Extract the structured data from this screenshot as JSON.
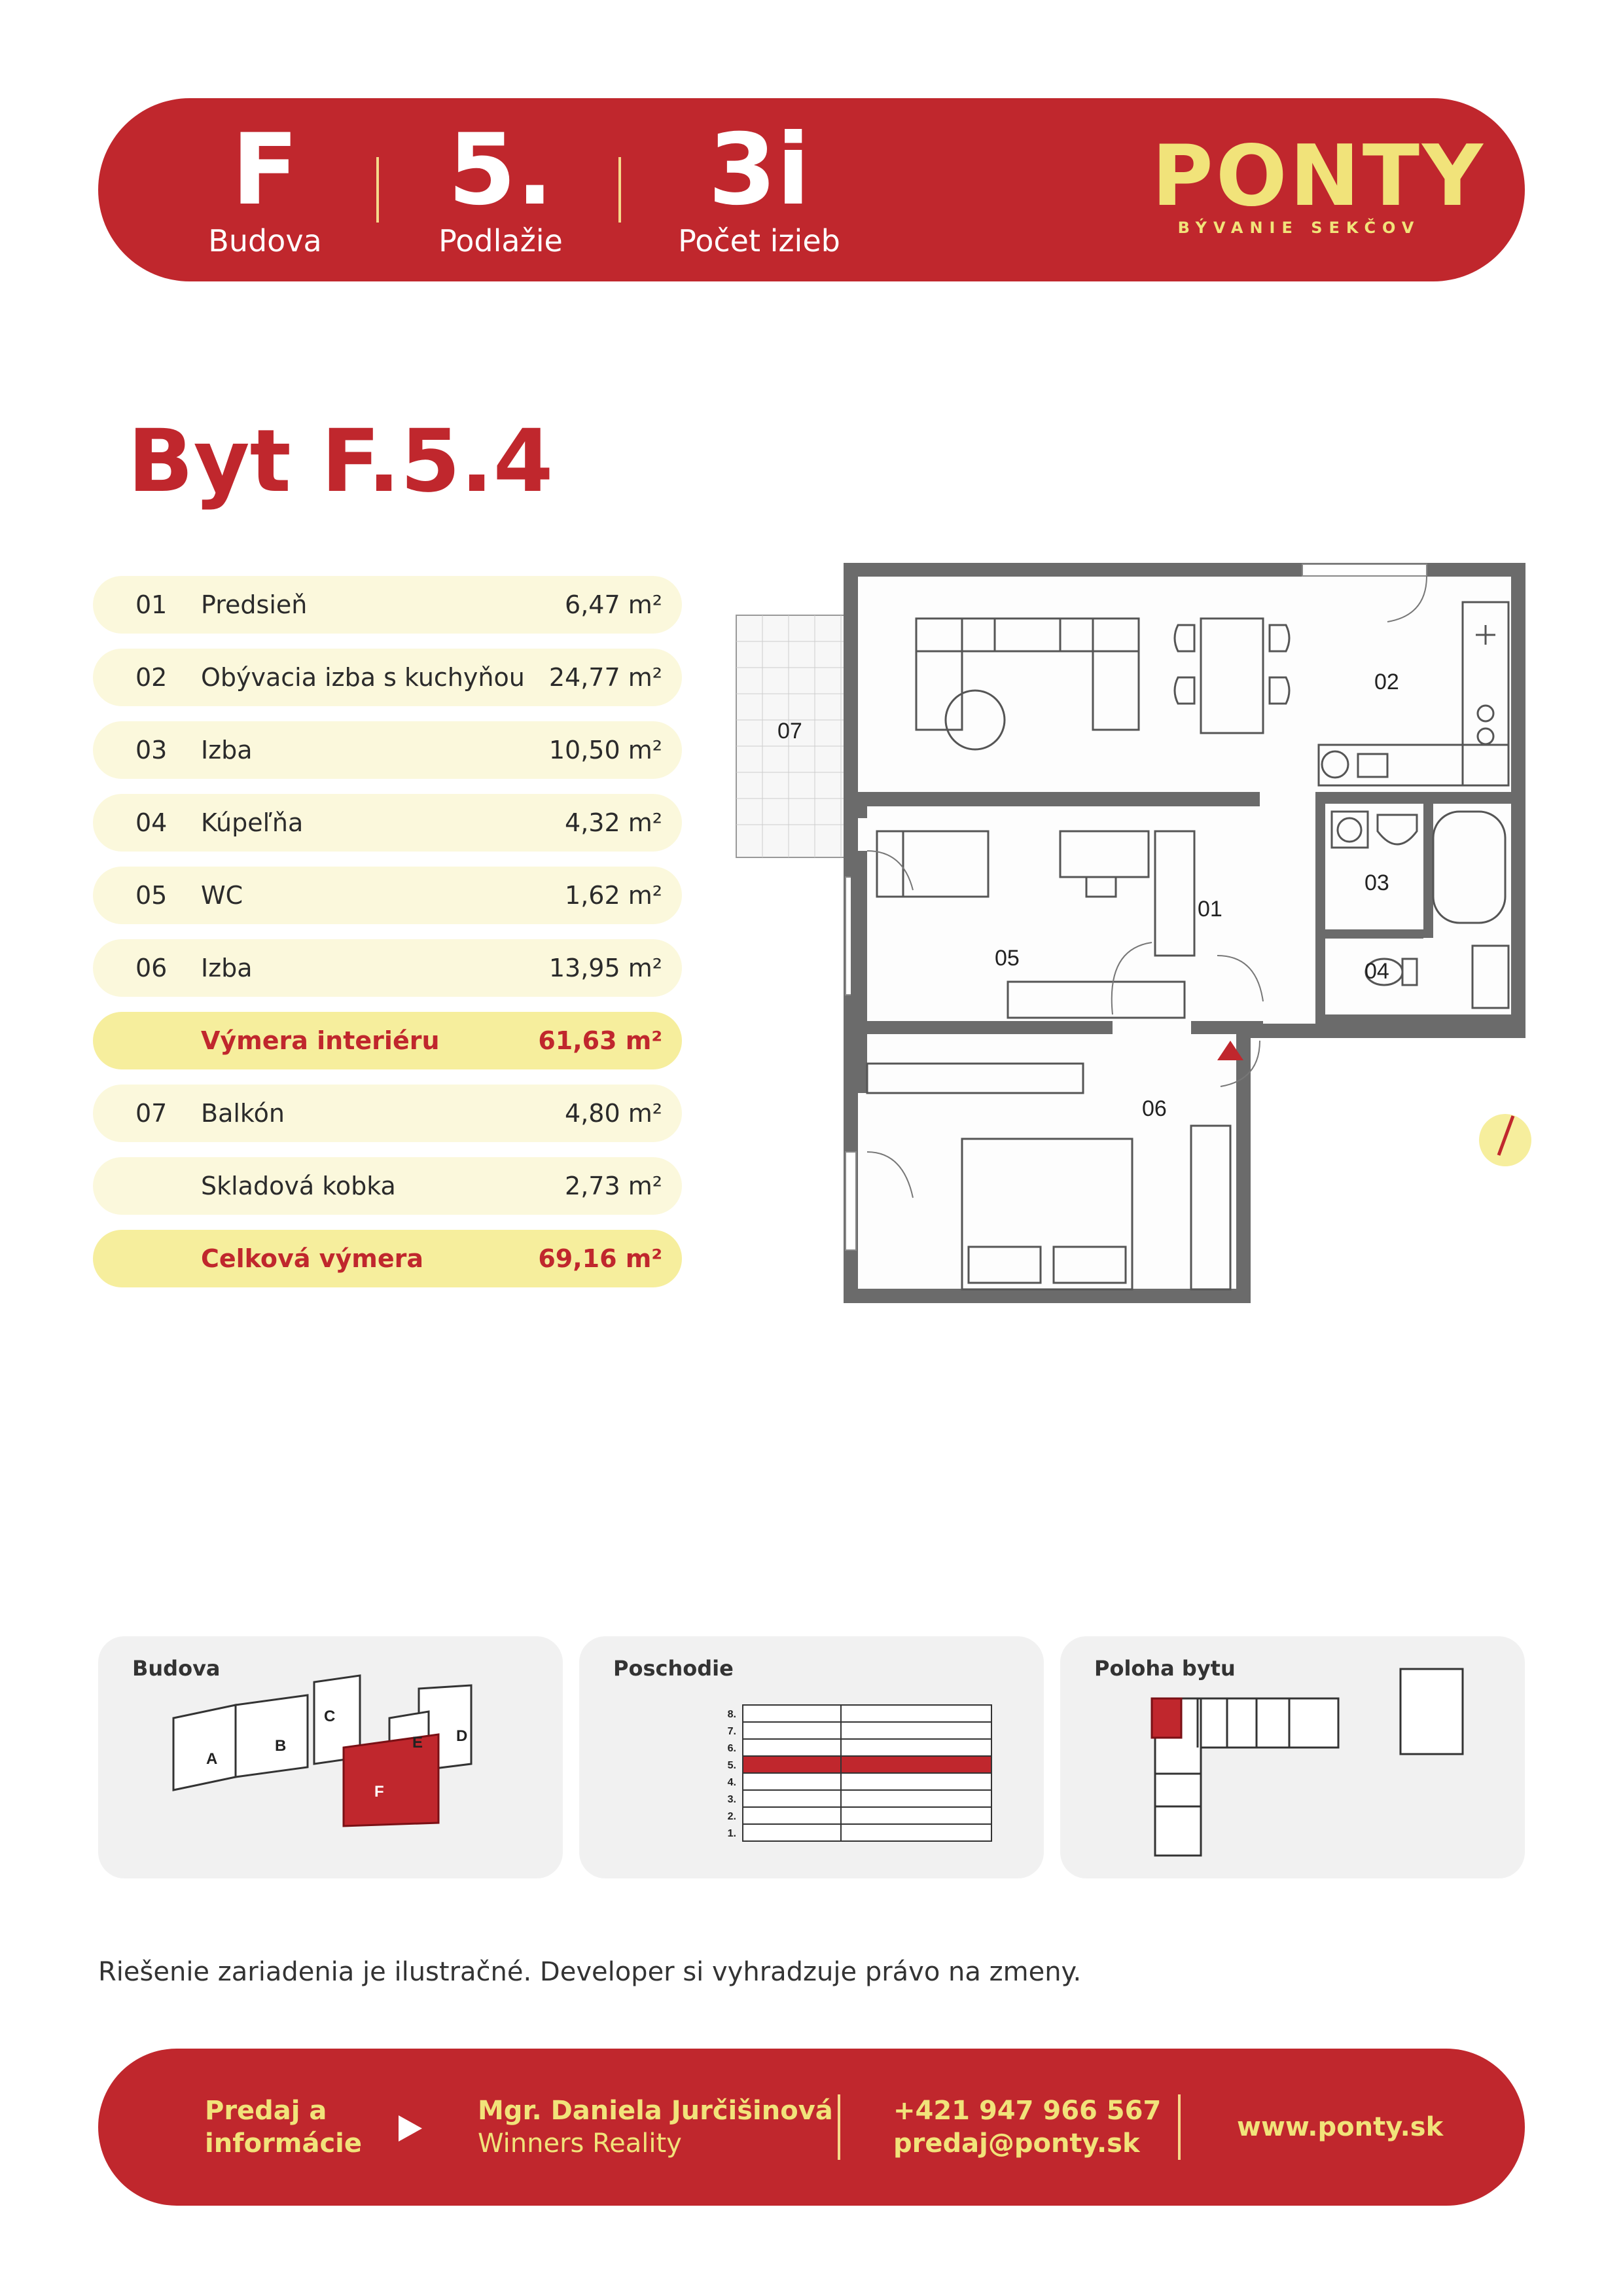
{
  "header": {
    "building_value": "F",
    "building_label": "Budova",
    "floor_value": "5.",
    "floor_label": "Podlažie",
    "rooms_value": "3i",
    "rooms_label": "Počet izieb",
    "logo_text": "PONTY",
    "logo_tagline": "BÝVANIE SEKČOV"
  },
  "title": "Byt F.5.4",
  "rooms": [
    {
      "num": "01",
      "name": "Predsieň",
      "area": "6,47 m²"
    },
    {
      "num": "02",
      "name": "Obývacia izba s kuchyňou",
      "area": "24,77 m²"
    },
    {
      "num": "03",
      "name": "Izba",
      "area": "10,50 m²"
    },
    {
      "num": "04",
      "name": "Kúpeľňa",
      "area": "4,32 m²"
    },
    {
      "num": "05",
      "name": "WC",
      "area": "1,62 m²"
    },
    {
      "num": "06",
      "name": "Izba",
      "area": "13,95 m²"
    },
    {
      "num": "",
      "name": "Výmera interiéru",
      "area": "61,63 m²"
    },
    {
      "num": "07",
      "name": "Balkón",
      "area": "4,80 m²"
    },
    {
      "num": "",
      "name": "Skladová kobka",
      "area": "2,73 m²"
    },
    {
      "num": "",
      "name": "Celková výmera",
      "area": "69,16 m²"
    }
  ],
  "plan_labels": {
    "r01": "01",
    "r02": "02",
    "r03": "03",
    "r04": "04",
    "r05": "05",
    "r06": "06",
    "r07": "07"
  },
  "panels": {
    "building_title": "Budova",
    "floor_title": "Poschodie",
    "position_title": "Poloha bytu",
    "blocks": [
      "A",
      "B",
      "C",
      "D",
      "E",
      "F"
    ],
    "floors": [
      "8.",
      "7.",
      "6.",
      "5.",
      "4.",
      "3.",
      "2.",
      "1."
    ],
    "highlight_floor": "5."
  },
  "disclaimer": "Riešenie zariadenia je ilustračné. Developer si vyhradzuje právo na zmeny.",
  "footer": {
    "cta_line1": "Predaj a",
    "cta_line2": "informácie",
    "agent_name": "Mgr. Daniela Jurčišinová",
    "agent_company": "Winners Reality",
    "phone": "+421 947 966 567",
    "email": "predaj@ponty.sk",
    "web": "www.ponty.sk"
  },
  "colors": {
    "brand_red": "#c0272d",
    "brand_yellow": "#f1e37a",
    "row_light": "#fbf8dc",
    "row_highlight": "#f6ee9d"
  }
}
